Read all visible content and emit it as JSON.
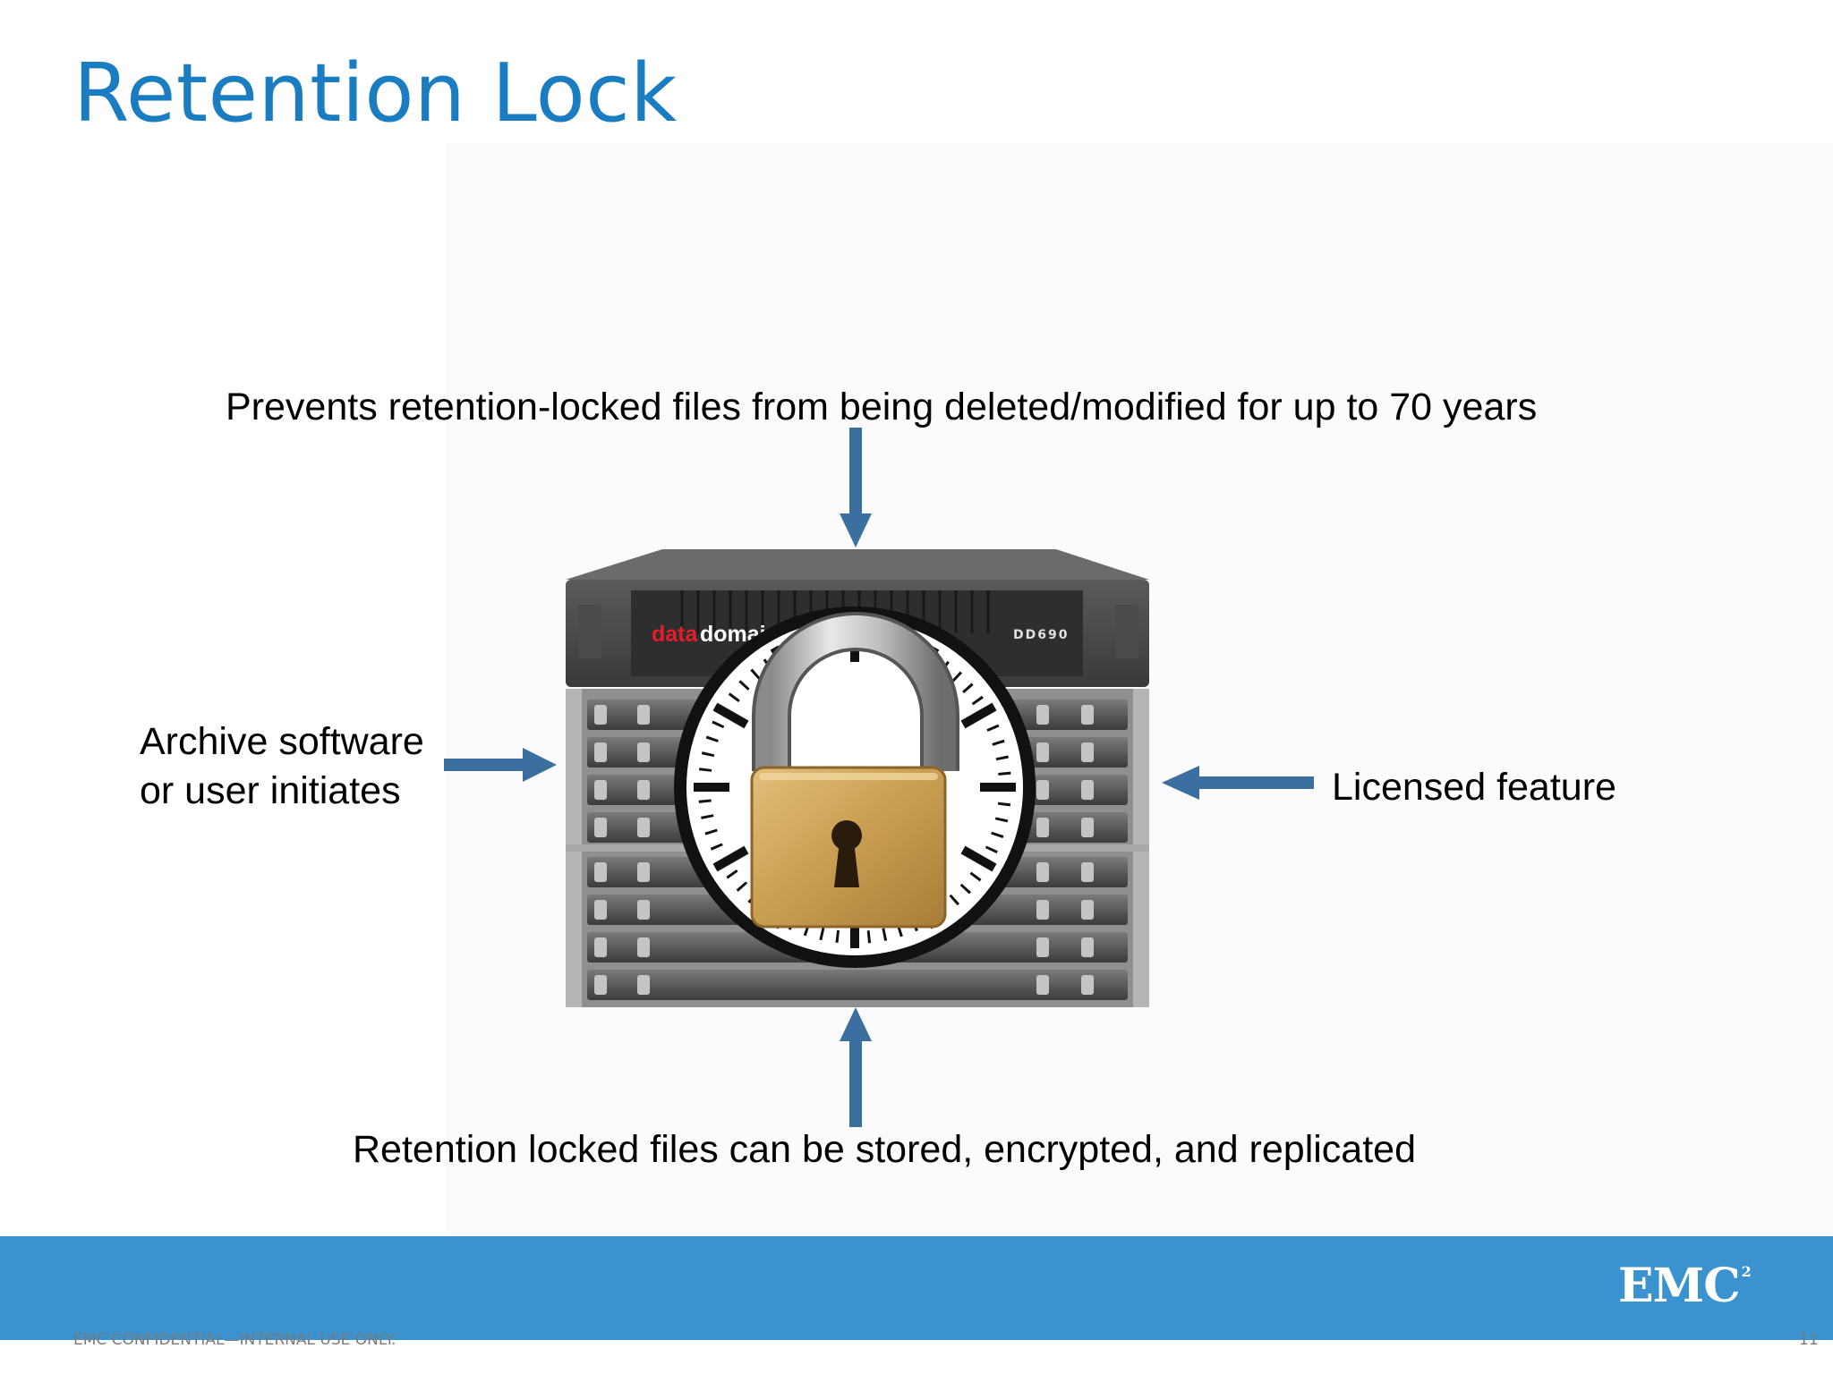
{
  "slide": {
    "title": "Retention Lock",
    "labels": {
      "top": "Prevents retention-locked files from being deleted/modified for up to 70 years",
      "left_line1": "Archive software",
      "left_line2": "or user initiates",
      "right": "Licensed feature",
      "bottom": "Retention locked files can be stored, encrypted, and replicated"
    },
    "device": {
      "brand_data": "data",
      "brand_domain": "domain",
      "model": "DD690"
    },
    "arrow_color": "#3b6fa0",
    "accent_color": "#1a7cc1"
  },
  "footer": {
    "logo": "EMC",
    "logo_superscript": "2",
    "confidential": "EMC CONFIDENTIAL—INTERNAL USE ONLY.",
    "page_number": "11",
    "bar_color": "#3a92cf"
  }
}
